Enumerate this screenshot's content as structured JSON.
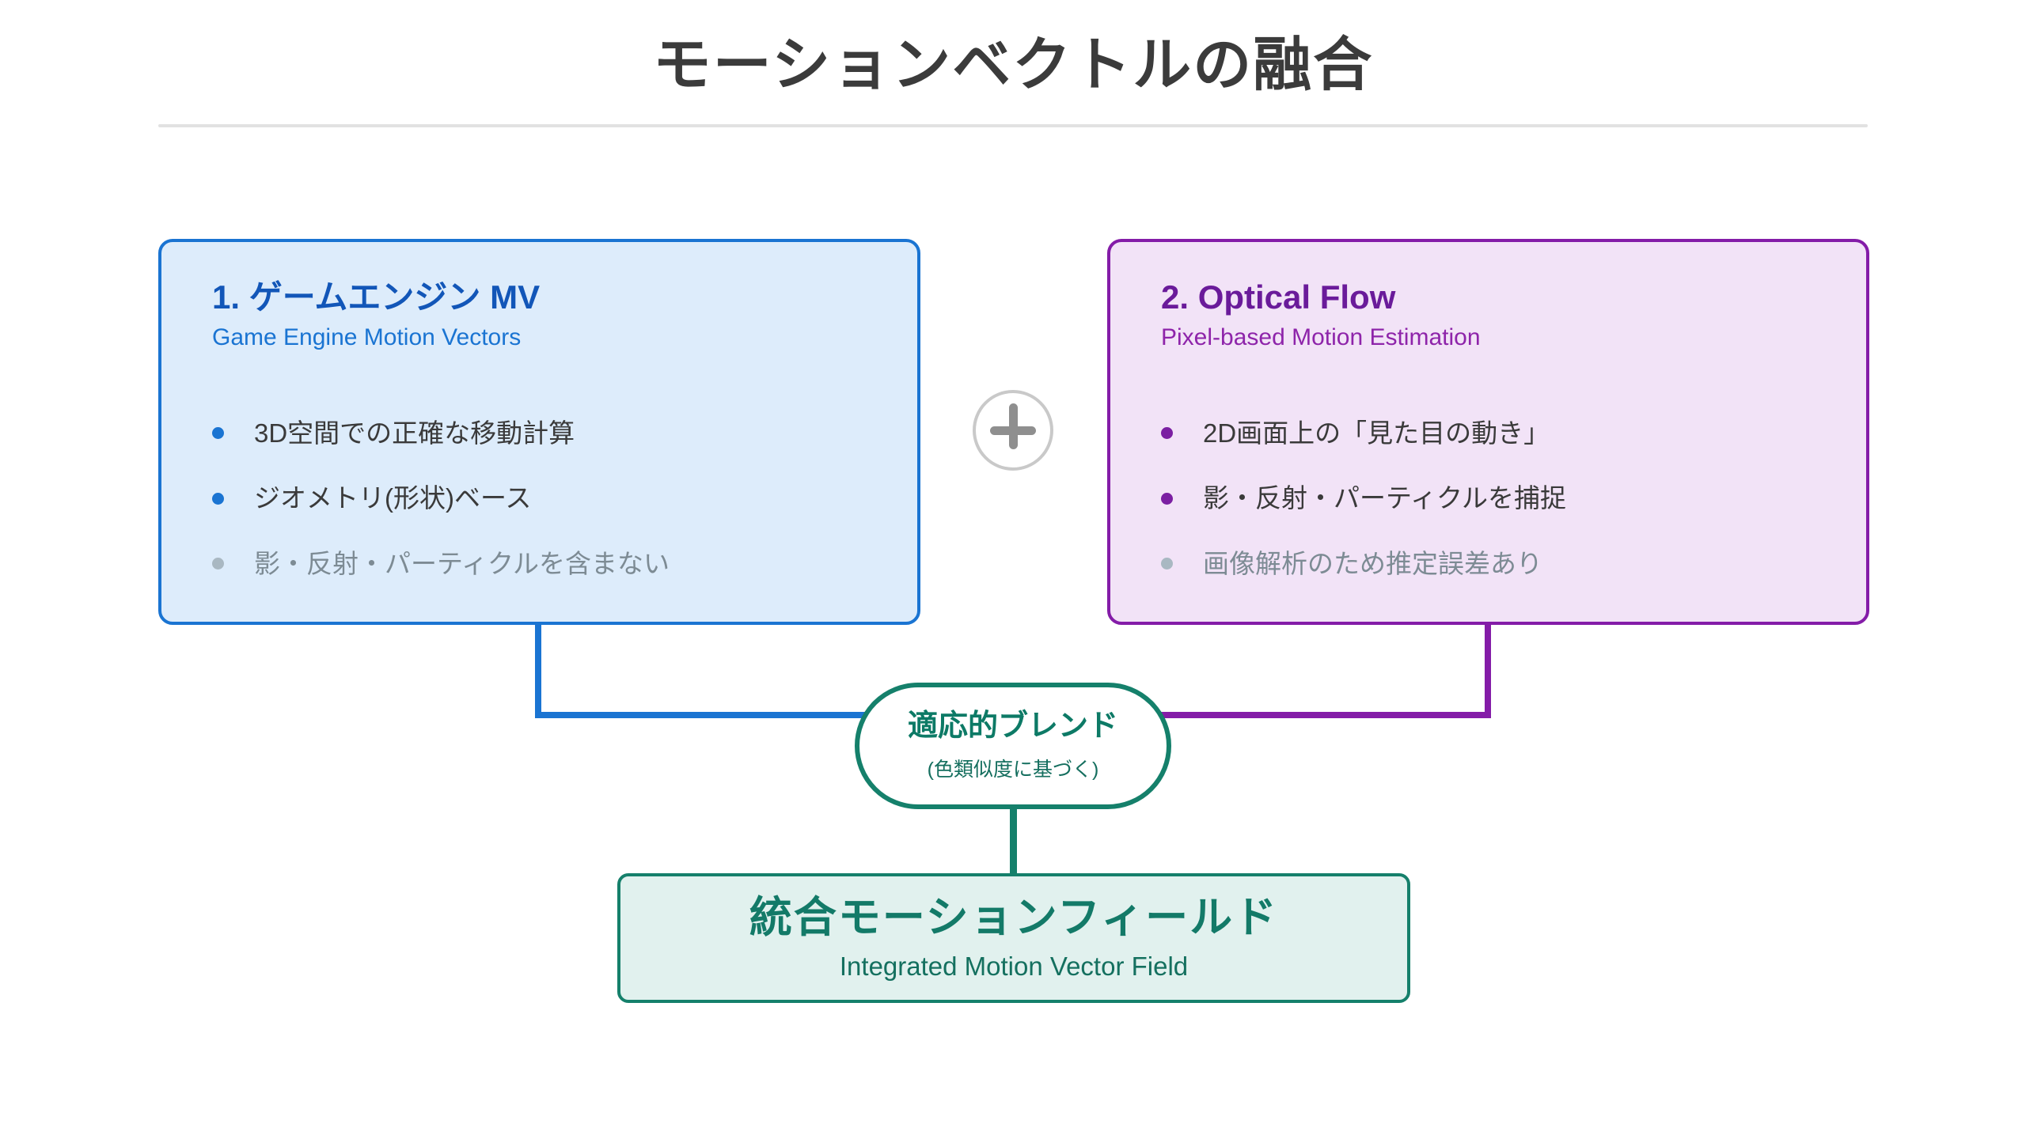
{
  "page": {
    "title": "モーションベクトルの融合"
  },
  "left_card": {
    "title": "1. ゲームエンジン MV",
    "subtitle": "Game Engine Motion Vectors",
    "bullets": [
      {
        "text": "3D空間での正確な移動計算",
        "muted": false
      },
      {
        "text": "ジオメトリ(形状)ベース",
        "muted": false
      },
      {
        "text": "影・反射・パーティクルを含まない",
        "muted": true
      }
    ]
  },
  "right_card": {
    "title": "2. Optical Flow",
    "subtitle": "Pixel-based Motion Estimation",
    "bullets": [
      {
        "text": "2D画面上の「見た目の動き」",
        "muted": false
      },
      {
        "text": "影・反射・パーティクルを捕捉",
        "muted": false
      },
      {
        "text": "画像解析のため推定誤差あり",
        "muted": true
      }
    ]
  },
  "plus": {
    "icon": "plus-icon"
  },
  "blend": {
    "title": "適応的ブレンド",
    "subtitle": "(色類似度に基づく)"
  },
  "result": {
    "title": "統合モーションフィールド",
    "subtitle": "Integrated Motion Vector Field"
  },
  "colors": {
    "blue_accent": "#1a74d2",
    "blue_heading": "#1256b8",
    "blue_bg": "#ddecfb",
    "purple_accent": "#841ca8",
    "purple_heading": "#6a1b9a",
    "purple_subtitle": "#8e24aa",
    "purple_bg": "#f2e3f7",
    "teal_accent": "#15806b",
    "teal_bg": "#e1f1ee",
    "text_dark": "#3a3a3a",
    "text_muted": "#7d8b94",
    "plus_gray": "#8f8f8f"
  }
}
